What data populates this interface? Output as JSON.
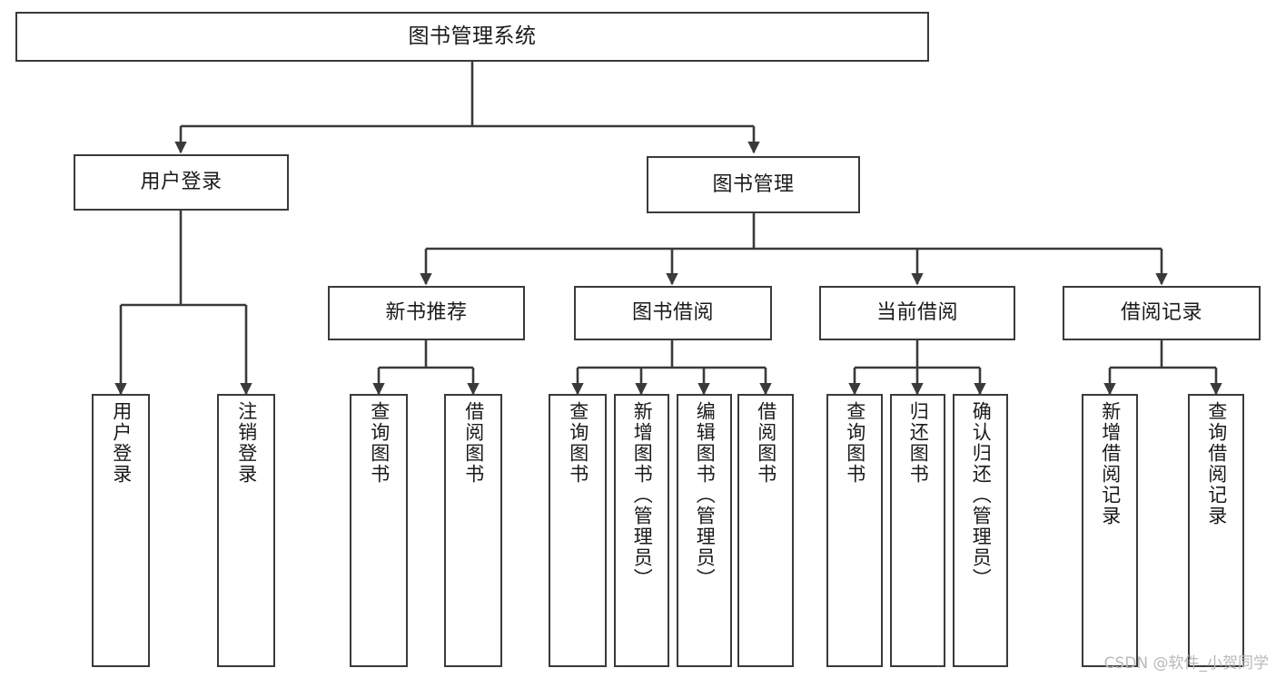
{
  "diagram": {
    "title": "图书管理系统",
    "type": "tree-hierarchy",
    "orientation": "top-down",
    "line_color": "#3a3a3a",
    "box_fill": "#ffffff",
    "text_color": "#1a1a1a"
  },
  "nodes": {
    "root": {
      "label": "图书管理系统"
    },
    "level2": [
      {
        "id": "user-login",
        "label": "用户登录"
      },
      {
        "id": "book-management",
        "label": "图书管理"
      }
    ],
    "level3": [
      {
        "id": "new-book-recommend",
        "label": "新书推荐"
      },
      {
        "id": "book-borrow",
        "label": "图书借阅"
      },
      {
        "id": "current-borrow",
        "label": "当前借阅"
      },
      {
        "id": "borrow-record",
        "label": "借阅记录"
      }
    ],
    "leaves": {
      "user_login": [
        {
          "id": "leaf-user-login",
          "label": "用户登录"
        },
        {
          "id": "leaf-logout-login",
          "label": "注销登录"
        }
      ],
      "new_book_recommend": [
        {
          "id": "leaf-query-book-1",
          "label": "查询图书"
        },
        {
          "id": "leaf-borrow-book-1",
          "label": "借阅图书"
        }
      ],
      "book_borrow": [
        {
          "id": "leaf-query-book-2",
          "label": "查询图书"
        },
        {
          "id": "leaf-add-book",
          "label": "新增图书（管理员）"
        },
        {
          "id": "leaf-edit-book",
          "label": "编辑图书（管理员）"
        },
        {
          "id": "leaf-borrow-book-2",
          "label": "借阅图书"
        }
      ],
      "current_borrow": [
        {
          "id": "leaf-query-book-3",
          "label": "查询图书"
        },
        {
          "id": "leaf-return-book",
          "label": "归还图书"
        },
        {
          "id": "leaf-confirm-return",
          "label": "确认归还（管理员）"
        }
      ],
      "borrow_record": [
        {
          "id": "leaf-add-record",
          "label": "新增借阅记录"
        },
        {
          "id": "leaf-query-record",
          "label": "查询借阅记录"
        }
      ]
    }
  },
  "watermark": {
    "text": "CSDN @软件_小贺同学"
  }
}
